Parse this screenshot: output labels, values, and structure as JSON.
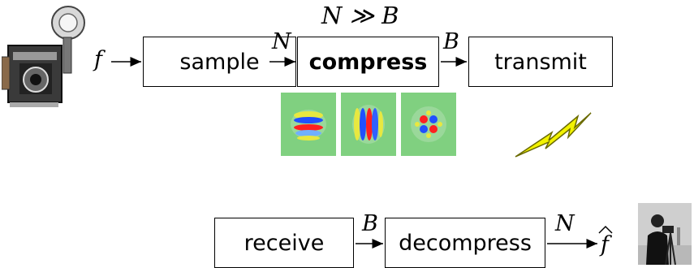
{
  "top_row": {
    "input_symbol": "f",
    "sample_label": "sample",
    "label_N": "N",
    "compress_label": "compress",
    "label_B": "B",
    "transmit_label": "transmit",
    "header": "N ≫ B"
  },
  "bottom_row": {
    "receive_label": "receive",
    "label_B": "B",
    "decompress_label": "decompress",
    "label_N": "N",
    "output_symbol": "f"
  },
  "icons": {
    "camera": "press-camera-icon",
    "lightning": "lightning-bolt-icon",
    "output_image": "cameraman-photo-icon",
    "basis_tiles": [
      "wavelet-basis-horizontal-icon",
      "wavelet-basis-vertical-icon",
      "wavelet-basis-diagonal-icon"
    ]
  },
  "colors": {
    "lightning_fill": "#f2f200",
    "tile_background": "#80d080"
  }
}
